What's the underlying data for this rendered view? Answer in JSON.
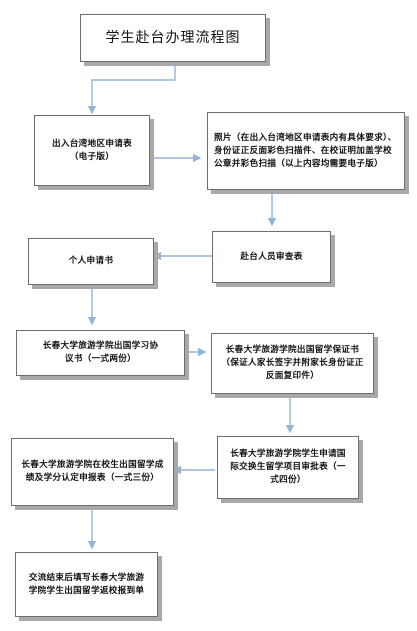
{
  "title": "学生赴台办理流程图",
  "steps": {
    "application_form": "出入台湾地区申请表（电子版）",
    "photos": "照片（在出入台湾地区申请表内有具体要求）、身份证正反面彩色扫描件、在校证明加盖学校公章并彩色扫描（以上内容均需要电子版）",
    "review_form": "赴台人员审查表",
    "personal_application": "个人申请书",
    "study_agreement": "长春大学旅游学院出国学习协议书（一式两份）",
    "guarantee": "长春大学旅游学院出国留学保证书（保证人家长签字并附家长身份证正反面复印件）",
    "exchange_approval": "长春大学旅游学院学生申请国际交换生留学项目审批表（一式四份）",
    "credit_report": "长春大学旅游学院在校生出国留学成绩及学分认定申报表（一式三份）",
    "return_report": "交流结束后填写长春大学旅游学院学生出国留学返校报到单"
  },
  "colors": {
    "connector": "#94b4d6",
    "border": "#6d6d6d",
    "shadow": "#a9a9a9"
  }
}
